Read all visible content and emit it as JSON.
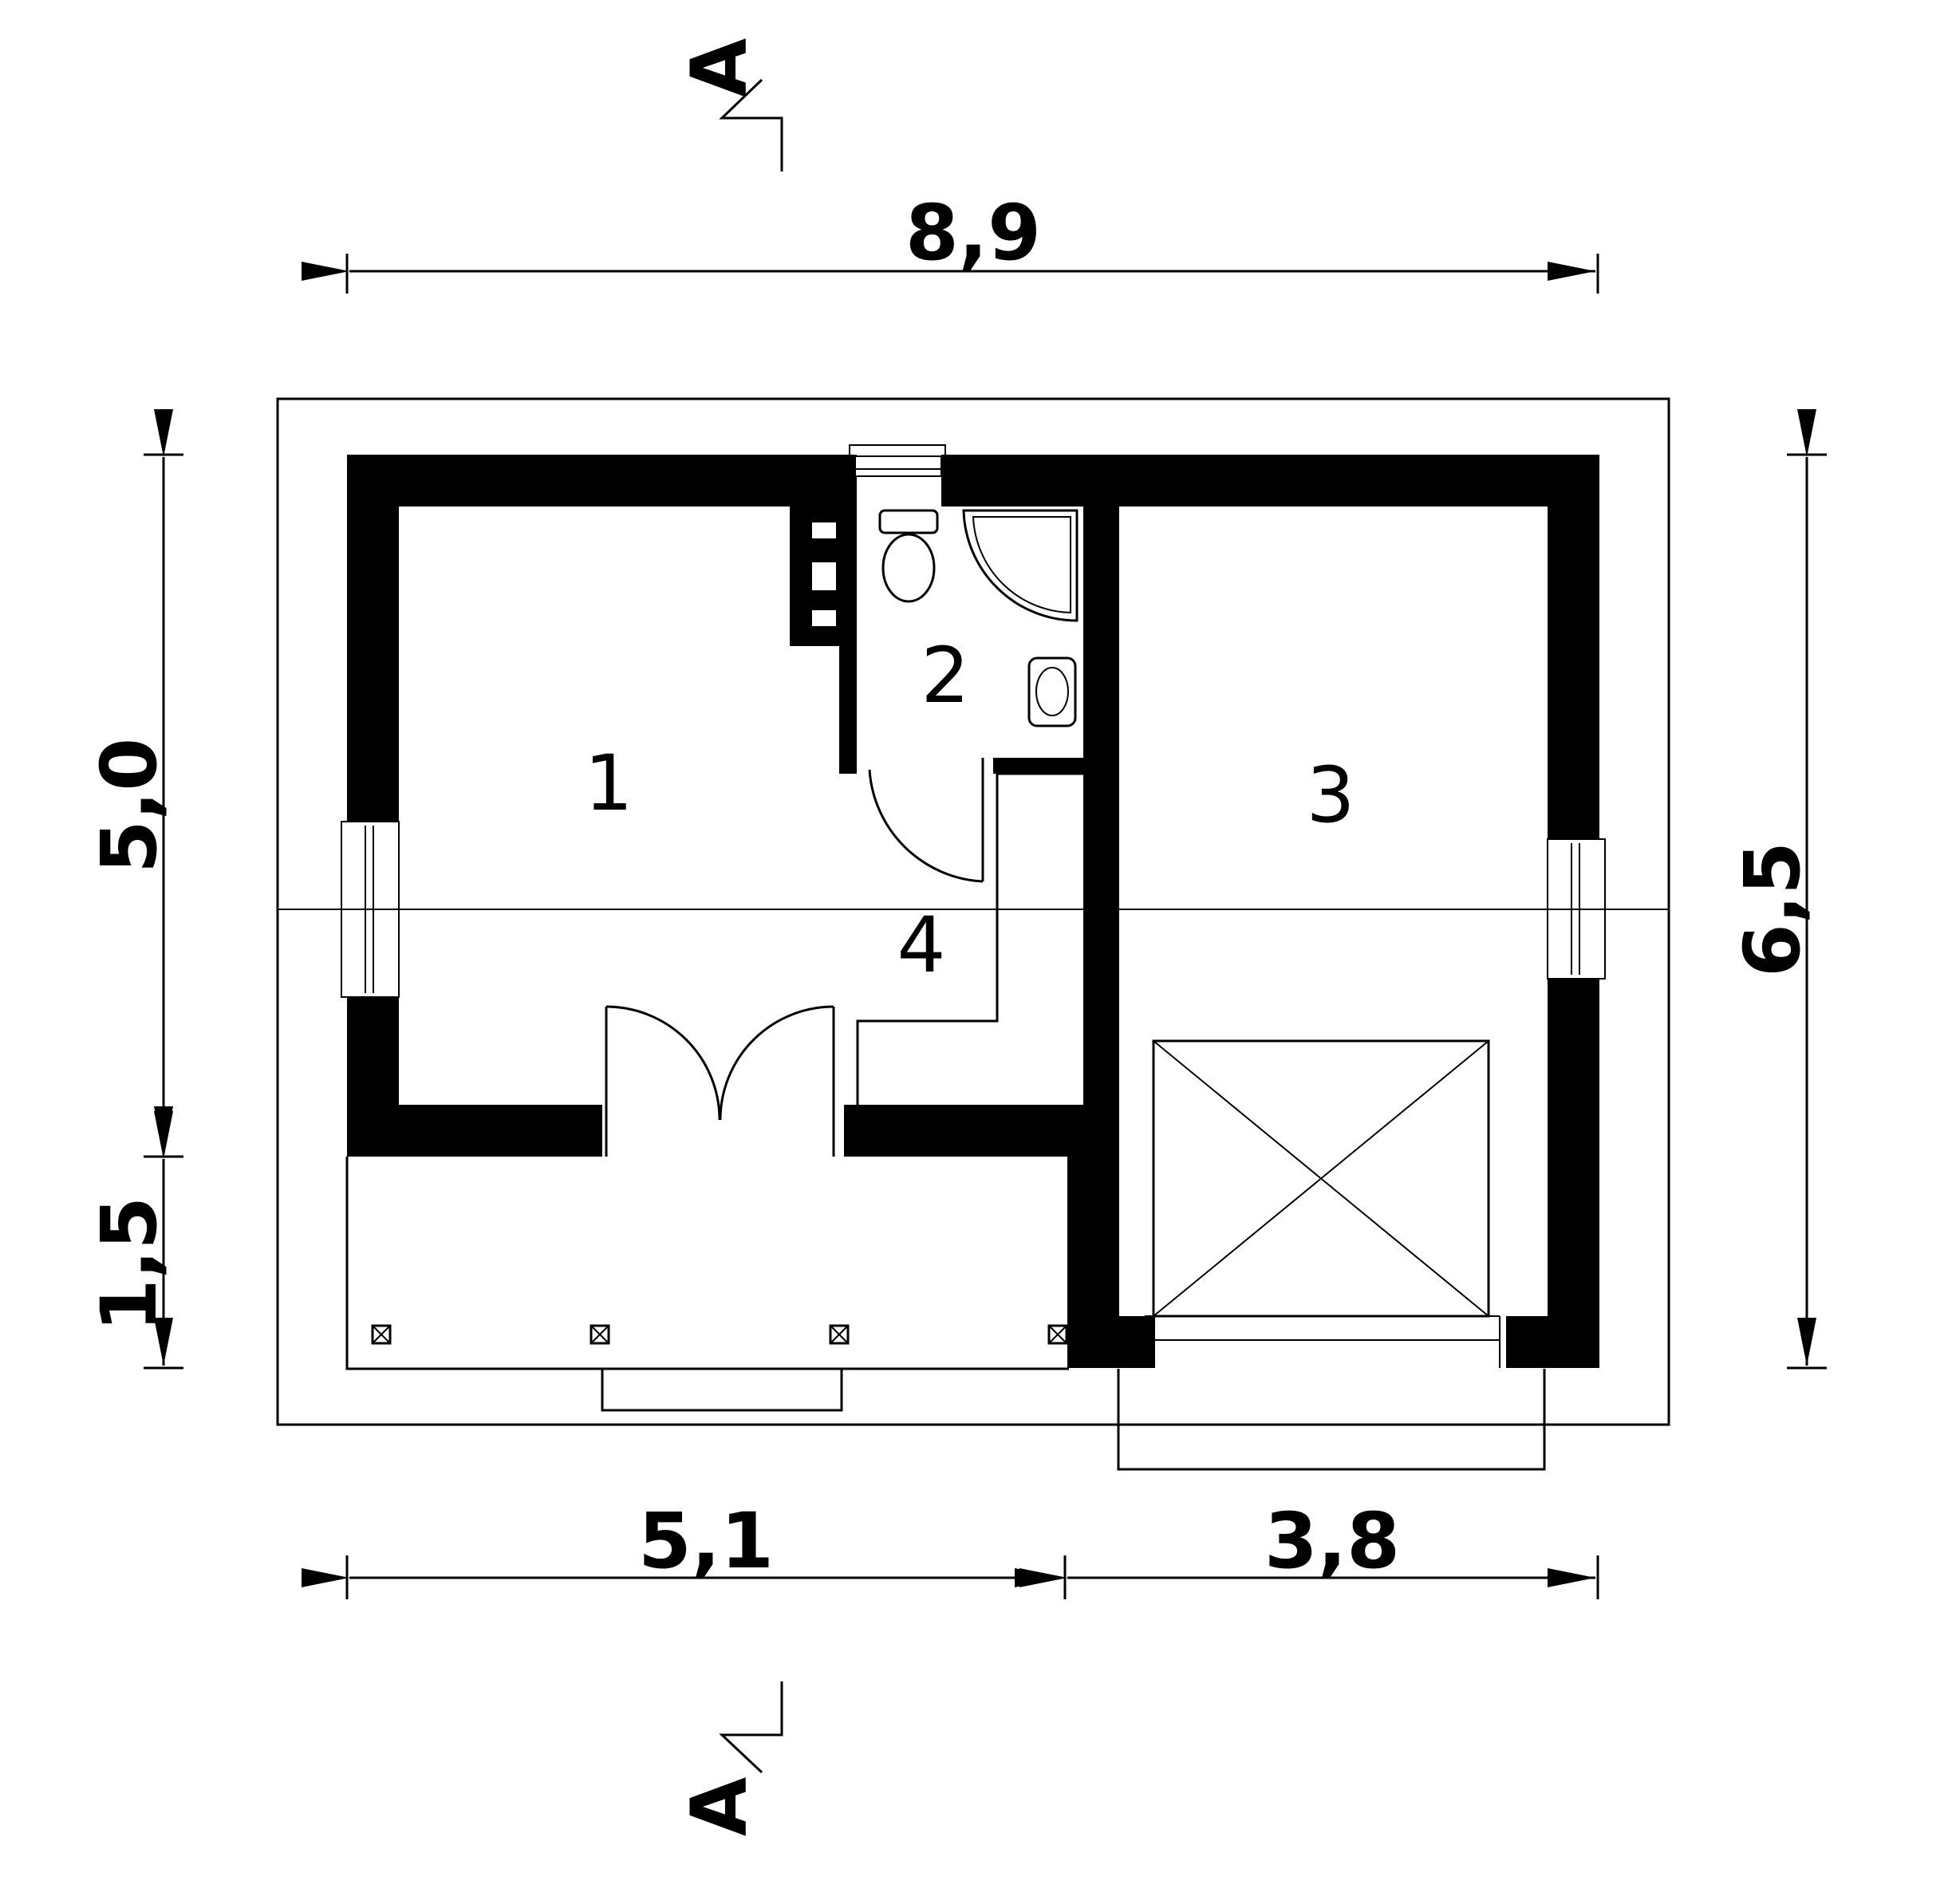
{
  "section": {
    "top_label": "A",
    "bottom_label": "A"
  },
  "dimensions": {
    "overall_width": "8,9",
    "overall_depth": "6,5",
    "house_depth": "5,0",
    "porch_depth": "1,5",
    "left_width": "5,1",
    "right_width": "3,8"
  },
  "rooms": {
    "room1": "1",
    "room2": "2",
    "room3": "3",
    "room4": "4"
  }
}
